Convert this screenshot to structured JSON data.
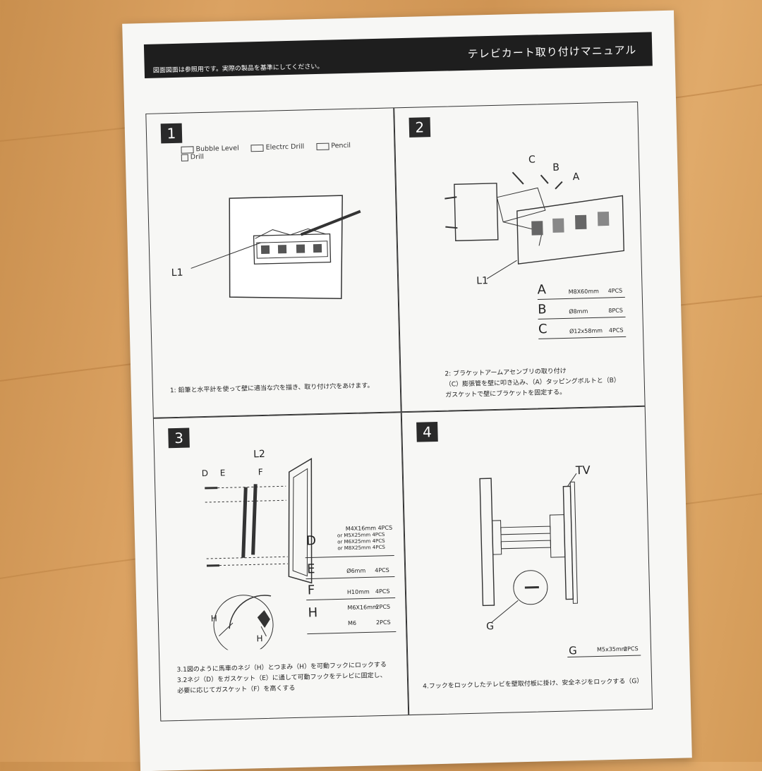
{
  "header": {
    "note": "図面図面は参照用です。実際の製品を基準にしてください。",
    "title": "テレビカート取り付けマニュアル"
  },
  "panels": {
    "p1": {
      "number": "1",
      "tools": [
        "Bubble Level",
        "Electrc Drill",
        "Pencil",
        "Drill"
      ],
      "label": "L1",
      "caption": "1: 鉛筆と水平計を使って壁に適当な穴を描き、取り付け穴をあけます。"
    },
    "p2": {
      "number": "2",
      "labels": {
        "c": "C",
        "b": "B",
        "a": "A",
        "l1": "L1"
      },
      "specs": [
        {
          "letter": "A",
          "size": "M8X60mm",
          "qty": "4PCS"
        },
        {
          "letter": "B",
          "size": "Ø8mm",
          "qty": "8PCS"
        },
        {
          "letter": "C",
          "size": "Ø12x58mm",
          "qty": "4PCS"
        }
      ],
      "caption_lines": [
        "2: ブラケットアームアセンブリの取り付け",
        "（C）膨張管を壁に叩き込み、（A）タッピングボルトと（B）",
        "ガスケットで壁にブラケットを固定する。"
      ]
    },
    "p3": {
      "number": "3",
      "labels": {
        "l2": "L2",
        "d": "D",
        "e": "E",
        "f": "F",
        "h1": "H",
        "h2": "H"
      },
      "spec_d_lines": [
        "M4X16mm 4PCS",
        "or M5X25mm 4PCS",
        "or M6X25mm 4PCS",
        "or M8X25mm 4PCS"
      ],
      "specs": [
        {
          "letter": "D"
        },
        {
          "letter": "E",
          "size": "Ø6mm",
          "qty": "4PCS"
        },
        {
          "letter": "F",
          "size": "H10mm",
          "qty": "4PCS"
        },
        {
          "letter": "H",
          "size": "M6X16mm",
          "qty": "2PCS",
          "size2": "M6",
          "qty2": "2PCS"
        }
      ],
      "caption_lines": [
        "3.1図のように馬車のネジ（H）とつまみ（H）を可動フックにロックする",
        "3.2ネジ（D）をガスケット（E）に通して可動フックをテレビに固定し、",
        "必要に応じてガスケット（F）を高くする"
      ]
    },
    "p4": {
      "number": "4",
      "labels": {
        "tv": "TV",
        "g": "G"
      },
      "spec": {
        "letter": "G",
        "size": "M5x35mm",
        "qty": "2PCS"
      },
      "caption": "4.フックをロックしたテレビを壁取付板に掛け、安全ネジをロックする（G）"
    }
  }
}
